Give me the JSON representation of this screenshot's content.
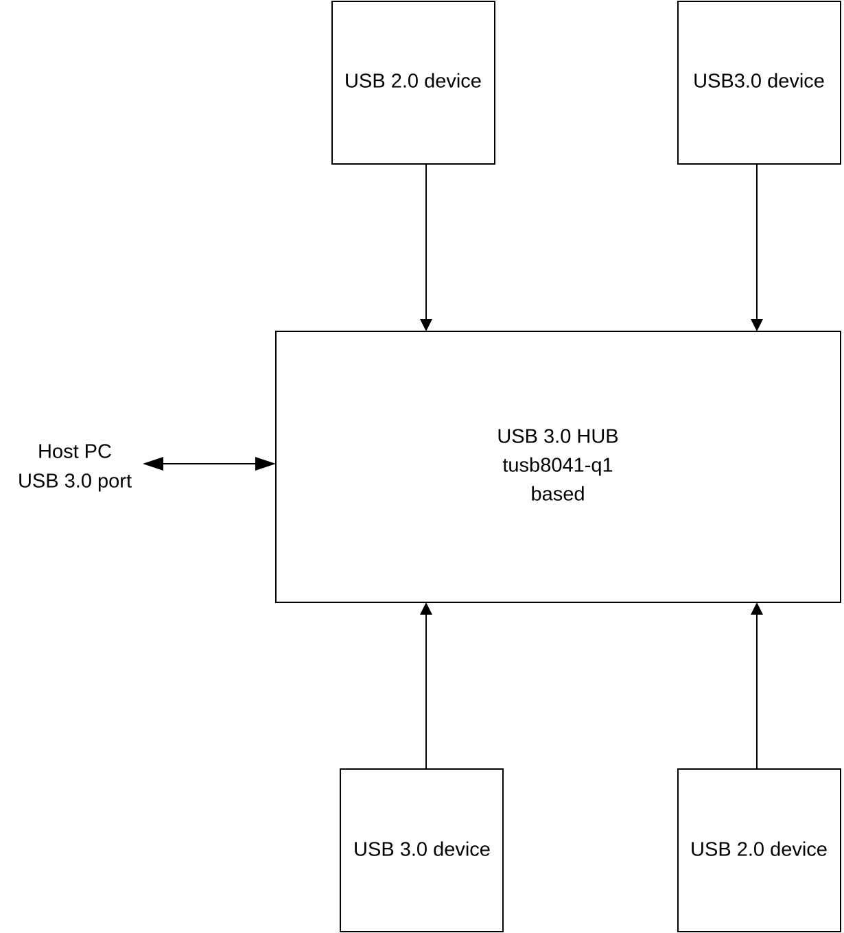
{
  "hub": {
    "lines": [
      "USB 3.0 HUB",
      "tusb8041-q1",
      "based"
    ]
  },
  "host": {
    "lines": [
      "Host PC",
      "USB 3.0 port"
    ]
  },
  "devices": {
    "top_left": "USB 2.0 device",
    "top_right": "USB3.0 device",
    "bottom_left": "USB 3.0 device",
    "bottom_right": "USB 2.0 device"
  }
}
